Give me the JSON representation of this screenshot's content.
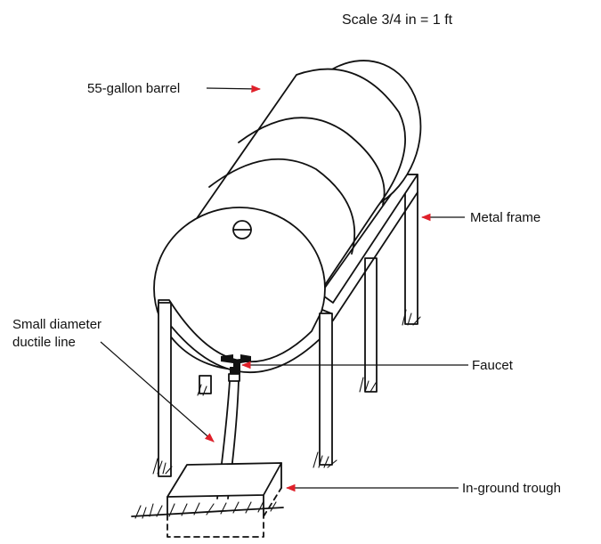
{
  "scale_note": "Scale 3/4 in = 1 ft",
  "labels": {
    "barrel": "55-gallon barrel",
    "frame": "Metal frame",
    "line_1": "Small diameter",
    "line_2": "ductile line",
    "faucet": "Faucet",
    "trough": "In-ground trough"
  },
  "colors": {
    "ink": "#111111",
    "leader_arrow": "#e0202a",
    "background": "#ffffff"
  }
}
